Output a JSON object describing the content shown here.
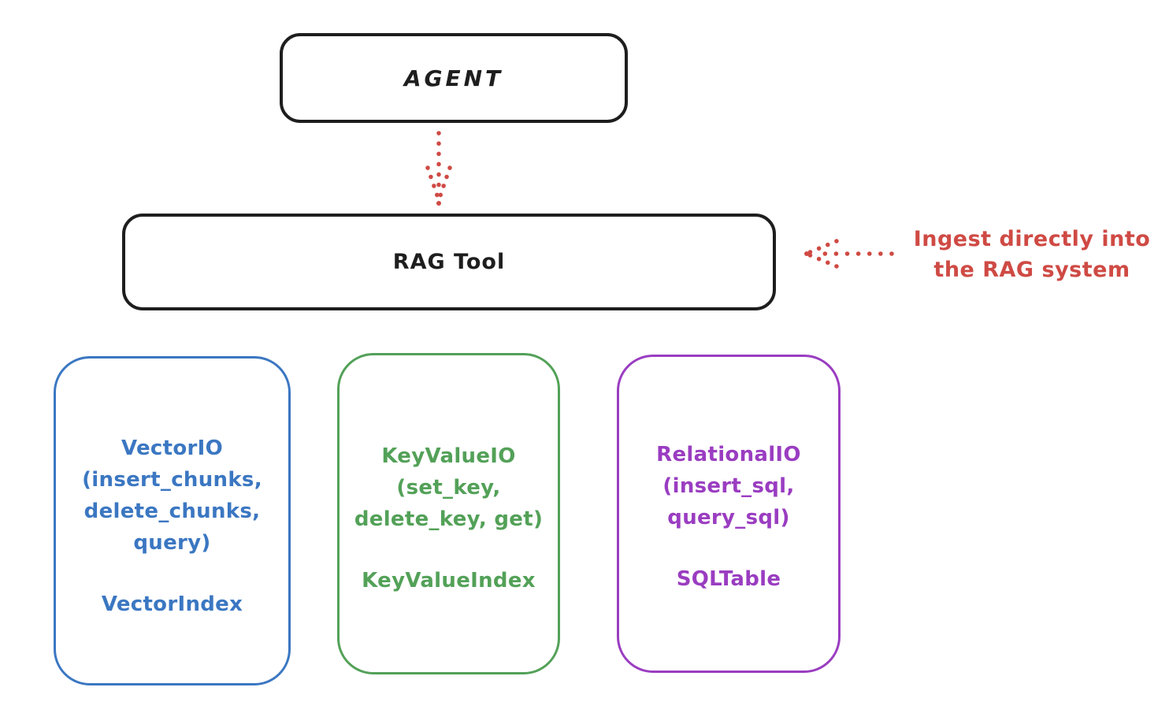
{
  "diagram": {
    "agent": {
      "label": "AGENT"
    },
    "rag_tool": {
      "label": "RAG Tool"
    },
    "annotation": {
      "line1": "Ingest directly into",
      "line2": "the RAG system"
    },
    "io_boxes": [
      {
        "name": "VectorIO",
        "color": "#3b77c2",
        "lines": [
          "VectorIO",
          "(insert_chunks,",
          "delete_chunks,",
          "query)"
        ],
        "index_label": "VectorIndex"
      },
      {
        "name": "KeyValueIO",
        "color": "#53a158",
        "lines": [
          "KeyValueIO",
          "(set_key,",
          "delete_key, get)"
        ],
        "index_label": "KeyValueIndex"
      },
      {
        "name": "RelationalIO",
        "color": "#9a3dc1",
        "lines": [
          "RelationalIO",
          "(insert_sql,",
          "query_sql)"
        ],
        "index_label": "SQLTable"
      }
    ],
    "colors": {
      "stroke_black": "#1e1e1e",
      "arrow_red": "#cf4a44",
      "vector_blue": "#3b77c2",
      "keyvalue_green": "#53a158",
      "relational_purple": "#9a3dc1"
    }
  }
}
